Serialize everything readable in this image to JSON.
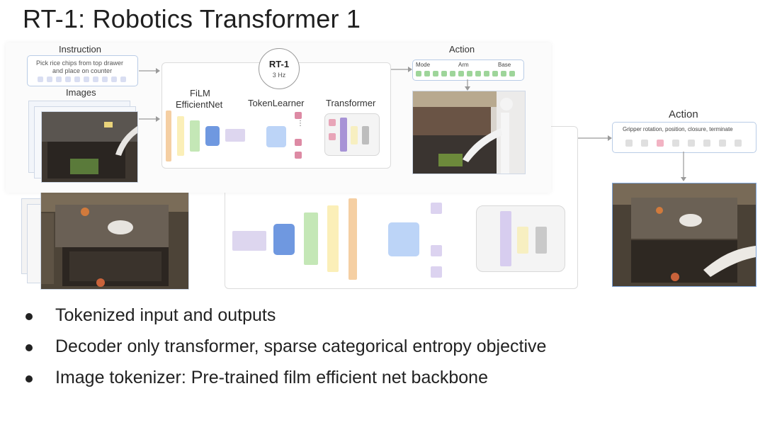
{
  "slide": {
    "title": "RT-1: Robotics Transformer 1"
  },
  "diagram": {
    "instruction_label": "Instruction",
    "instruction_text_line1": "Pick rice chips from top drawer",
    "instruction_text_line2": "and place on counter",
    "images_label": "Images",
    "rt1_label": "RT-1",
    "rt1_rate": "3 Hz",
    "film_label_line1": "FiLM",
    "film_label_line2": "EfficientNet",
    "tokenlearner_label": "TokenLearner",
    "transformer_label": "Transformer",
    "action_label_inset": "Action",
    "action_mode": "Mode",
    "action_arm": "Arm",
    "action_base": "Base",
    "action_label_right": "Action",
    "action_right_text": "Gripper rotation, position, closure, terminate"
  },
  "colors": {
    "film_orange": "#f5cfa3",
    "film_yellow": "#fbefb8",
    "film_green": "#c4e7b6",
    "film_blue": "#6f98e0",
    "embed_lilac": "#ddd6ef",
    "tokenlearner_blue": "#bcd4f7",
    "token_pink": "#dd8aa4",
    "token_lilac": "#dcd3f0",
    "transformer_purple": "#a793d6",
    "transformer_yellow": "#f7efc1",
    "transformer_gray": "#bdbdbd",
    "action_green": "#9ed59a",
    "action_pink": "#f2b3c3"
  },
  "bullets": [
    "Tokenized input and outputs",
    "Decoder only transformer, sparse categorical entropy objective",
    "Image tokenizer: Pre-trained film efficient net backbone"
  ]
}
